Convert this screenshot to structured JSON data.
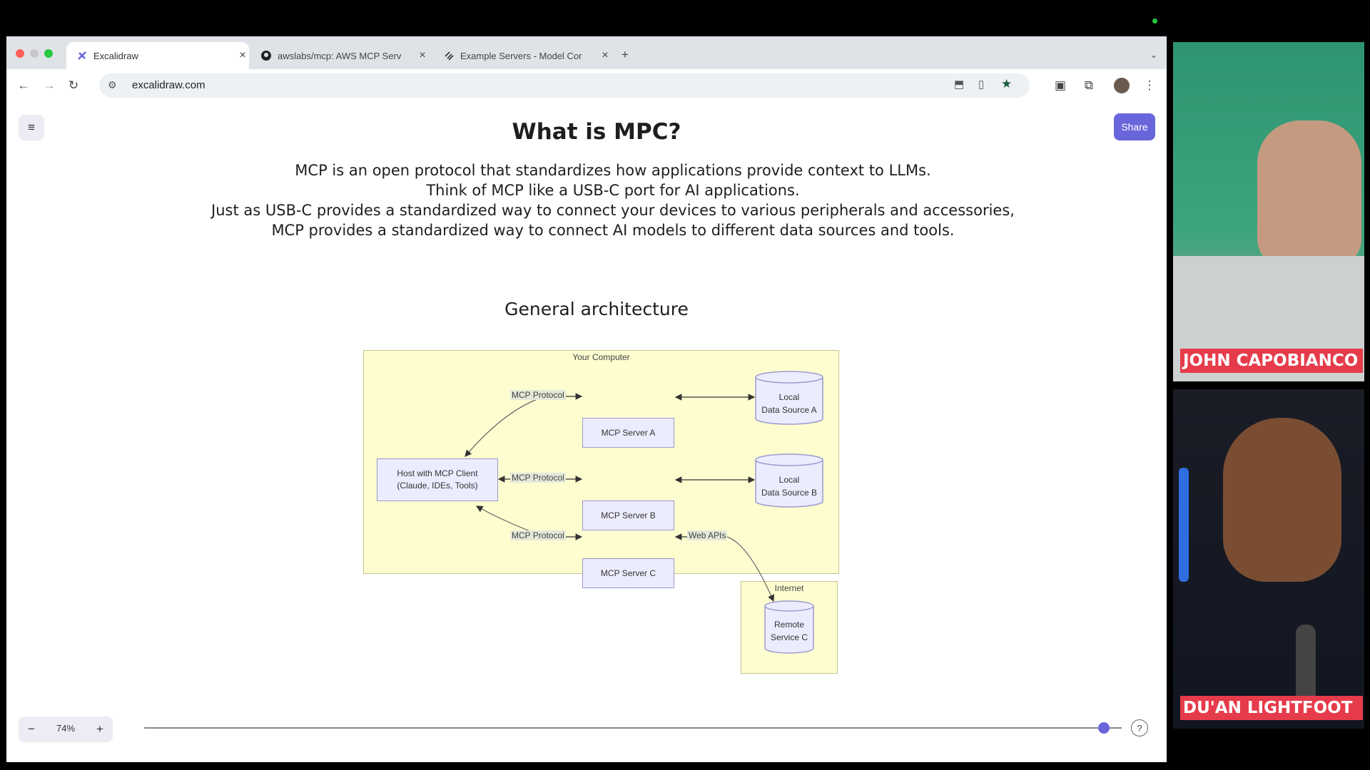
{
  "tabs": [
    {
      "title": "Excalidraw",
      "active": true,
      "icon": "excalidraw-icon"
    },
    {
      "title": "awslabs/mcp: AWS MCP Serv",
      "active": false,
      "icon": "github-icon"
    },
    {
      "title": "Example Servers - Model Cor",
      "active": false,
      "icon": "mcp-icon"
    }
  ],
  "address_bar": {
    "url": "excalidraw.com"
  },
  "app": {
    "share_label": "Share",
    "zoom_level": "74%",
    "zoom_out": "−",
    "zoom_in": "+",
    "help": "?",
    "menu_icon": "hamburger-menu-icon"
  },
  "canvas": {
    "title": "What is MPC?",
    "intro_lines": [
      "MCP is an open protocol that standardizes how applications provide context to LLMs.",
      "Think of MCP like a USB-C port for AI applications.",
      "Just as USB-C provides a standardized way to connect your devices to various peripherals and accessories,",
      "MCP provides a standardized way to connect AI models to different data sources and tools."
    ],
    "section_heading": "General architecture"
  },
  "diagram": {
    "your_computer_label": "Your Computer",
    "host_line1": "Host with MCP Client",
    "host_line2": "(Claude, IDEs, Tools)",
    "protocol_label": "MCP Protocol",
    "server_a": "MCP Server A",
    "server_b": "MCP Server B",
    "server_c": "MCP Server C",
    "local_line1": "Local",
    "source_a_line2": "Data Source A",
    "source_b_line2": "Data Source B",
    "web_apis": "Web APIs",
    "internet_label": "Internet",
    "remote_line1": "Remote",
    "remote_line2": "Service C"
  },
  "participants": [
    {
      "name": "JOHN CAPOBIANCO"
    },
    {
      "name": "DU'AN LIGHTFOOT"
    }
  ],
  "colors": {
    "accent": "#6965db",
    "diagram_fill": "#fdfdd0",
    "nameplate": "#e63b4a"
  }
}
